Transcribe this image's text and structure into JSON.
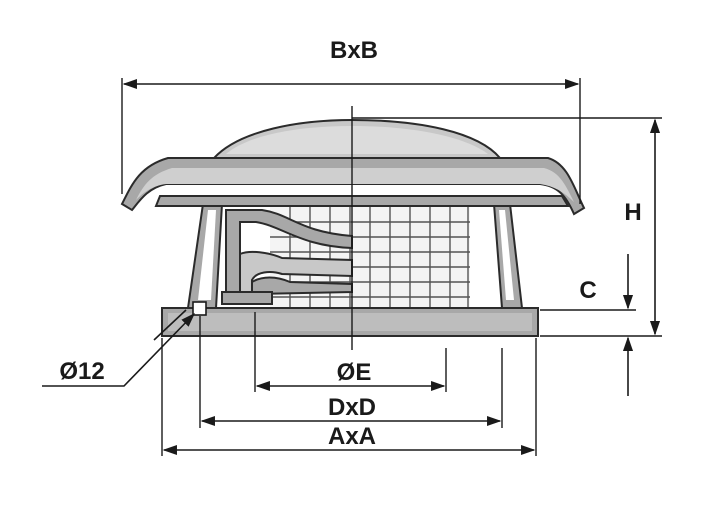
{
  "labels": {
    "width_top": "BxB",
    "height": "H",
    "c_dim": "C",
    "hole": "Ø12",
    "diameter_e": "ØE",
    "d_dim": "DxD",
    "a_dim": "AxA"
  },
  "colors": {
    "line": "#1a1a1a",
    "body": "#a8a8a8",
    "body_light": "#c8c8c8",
    "background": "#ffffff"
  }
}
